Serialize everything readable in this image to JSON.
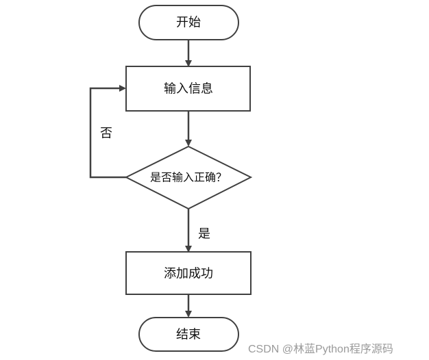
{
  "flowchart": {
    "start": "开始",
    "input": "输入信息",
    "decision": "是否输入正确？",
    "success": "添加成功",
    "end": "结束",
    "no_label": "否",
    "yes_label": "是"
  },
  "watermark": "CSDN @林蓝Python程序源码"
}
